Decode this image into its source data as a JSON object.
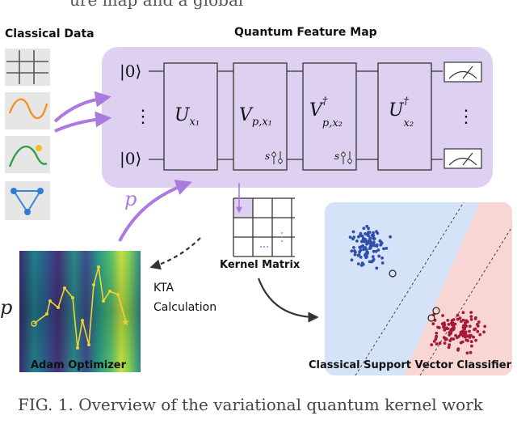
{
  "top_text": "ure map and a global",
  "labels": {
    "classical_data": "Classical Data",
    "feature_map": "Quantum Feature Map",
    "kernel_matrix": "Kernel Matrix",
    "kta_line1": "KTA",
    "kta_line2": "Calculation",
    "adam": "Adam Optimizer",
    "svc": "Classical Support Vector Classifier",
    "p_upper": "p",
    "p_left": "p"
  },
  "circuit": {
    "ket_top": "|0⟩",
    "ket_bottom": "|0⟩",
    "gates": [
      "U",
      "V",
      "V",
      "U"
    ],
    "gate_subs": [
      "x₁",
      "p,x₁",
      "p,x₂",
      "x₂"
    ],
    "gate_sups": [
      "",
      "",
      "†",
      "†"
    ],
    "s_mark": "s",
    "vdots": "⋮"
  },
  "caption": "FIG. 1. Overview of the variational quantum kernel work",
  "colors": {
    "feature_bg": "#ddd0f0",
    "arrow_purple": "#a97be0",
    "blue_class": "#2f4fa8",
    "red_class": "#a8173a",
    "blue_region": "#d4e3f8",
    "red_region": "#f7d6d3",
    "orange": "#f29222",
    "green": "#2ea04a",
    "gold": "#f2bf1e"
  }
}
